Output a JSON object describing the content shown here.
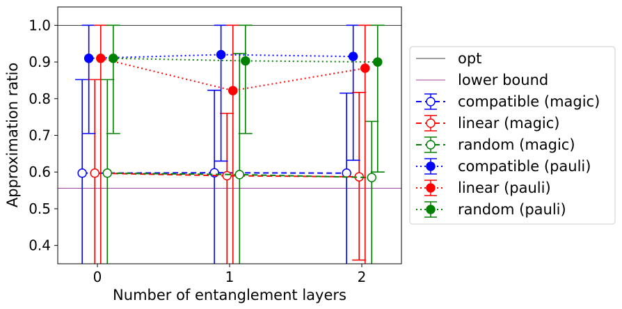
{
  "chart_data": {
    "type": "scatter",
    "xlabel": "Number of entanglement layers",
    "ylabel": "Approximation ratio",
    "xticks": [
      "0",
      "1",
      "2"
    ],
    "yticks": [
      "0.4",
      "0.5",
      "0.6",
      "0.7",
      "0.8",
      "0.9",
      "1.0"
    ],
    "xlim": [
      -0.3,
      2.3
    ],
    "ylim": [
      0.35,
      1.05
    ],
    "grid": false,
    "legend_position": "outside-right",
    "reference_lines": [
      {
        "name": "opt",
        "y": 1.0,
        "color": "#000000"
      },
      {
        "name": "lower bound",
        "y": 0.556,
        "color": "#800080"
      }
    ],
    "series": [
      {
        "name": "compatible (magic)",
        "color": "#0000ff",
        "marker": "open-circle",
        "linestyle": "dashed",
        "x": [
          0,
          1,
          2
        ],
        "y": [
          0.597,
          0.598,
          0.597
        ],
        "err_lower": [
          0.597,
          0.598,
          0.597
        ],
        "err_upper": [
          0.255,
          0.225,
          0.218
        ]
      },
      {
        "name": "linear (magic)",
        "color": "#ff0000",
        "marker": "open-circle",
        "linestyle": "dashed",
        "x": [
          0,
          1,
          2
        ],
        "y": [
          0.597,
          0.59,
          0.587
        ],
        "err_lower": [
          0.597,
          0.59,
          0.227
        ],
        "err_upper": [
          0.255,
          0.17,
          0.23
        ]
      },
      {
        "name": "random (magic)",
        "color": "#008000",
        "marker": "open-circle",
        "linestyle": "dashed",
        "x": [
          0,
          1,
          2
        ],
        "y": [
          0.597,
          0.593,
          0.585
        ],
        "err_lower": [
          0.597,
          0.593,
          0.585
        ],
        "err_upper": [
          0.255,
          0.33,
          0.153
        ]
      },
      {
        "name": "compatible (pauli)",
        "color": "#0000ff",
        "marker": "filled-circle",
        "linestyle": "dotted",
        "x": [
          0,
          1,
          2
        ],
        "y": [
          0.91,
          0.92,
          0.915
        ],
        "err_lower": [
          0.205,
          0.29,
          0.283
        ],
        "err_upper": [
          0.09,
          0.08,
          0.085
        ]
      },
      {
        "name": "linear (pauli)",
        "color": "#ff0000",
        "marker": "filled-circle",
        "linestyle": "dotted",
        "x": [
          0,
          1,
          2
        ],
        "y": [
          0.91,
          0.822,
          0.883
        ],
        "err_lower": [
          0.91,
          0.822,
          0.883
        ],
        "err_upper": [
          0.09,
          0.178,
          0.117
        ]
      },
      {
        "name": "random (pauli)",
        "color": "#008000",
        "marker": "filled-circle",
        "linestyle": "dotted",
        "x": [
          0,
          1,
          2
        ],
        "y": [
          0.91,
          0.903,
          0.9
        ],
        "err_lower": [
          0.205,
          0.198,
          0.3
        ],
        "err_upper": [
          0.09,
          0.097,
          0.1
        ]
      }
    ]
  }
}
